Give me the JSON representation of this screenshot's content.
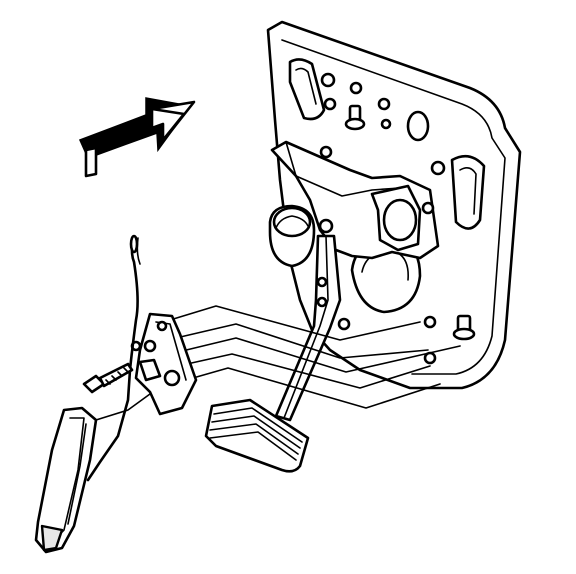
{
  "diagram": {
    "colors": {
      "line": "#000000",
      "background": "#ffffff"
    },
    "parts": [
      "direction-arrow",
      "bulkhead-plate",
      "brake-booster-opening",
      "brake-pedal-bracket",
      "brake-pedal",
      "brake-pedal-pad",
      "accelerator-pedal-bracket",
      "accelerator-pedal",
      "accelerator-cable",
      "bracket-bolt",
      "mounting-studs"
    ]
  }
}
